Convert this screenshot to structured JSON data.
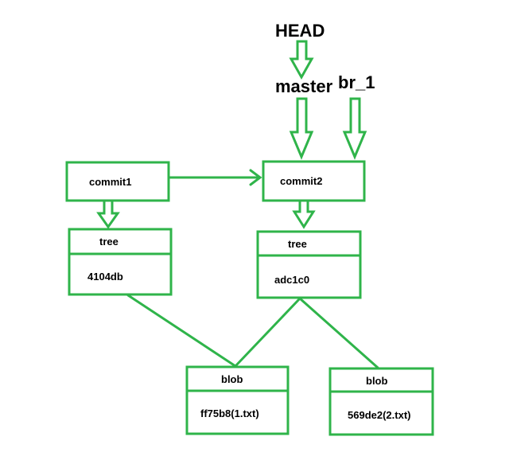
{
  "colors": {
    "stroke": "#2fb44a",
    "text": "#000000",
    "background": "#ffffff"
  },
  "refs": {
    "head": "HEAD",
    "master": "master",
    "branch": "br_1"
  },
  "commits": [
    {
      "label": "commit1"
    },
    {
      "label": "commit2"
    }
  ],
  "trees": [
    {
      "header": "tree",
      "hash": "4104db"
    },
    {
      "header": "tree",
      "hash": "adc1c0"
    }
  ],
  "blobs": [
    {
      "header": "blob",
      "value": "ff75b8(1.txt)"
    },
    {
      "header": "blob",
      "value": "569de2(2.txt)"
    }
  ]
}
